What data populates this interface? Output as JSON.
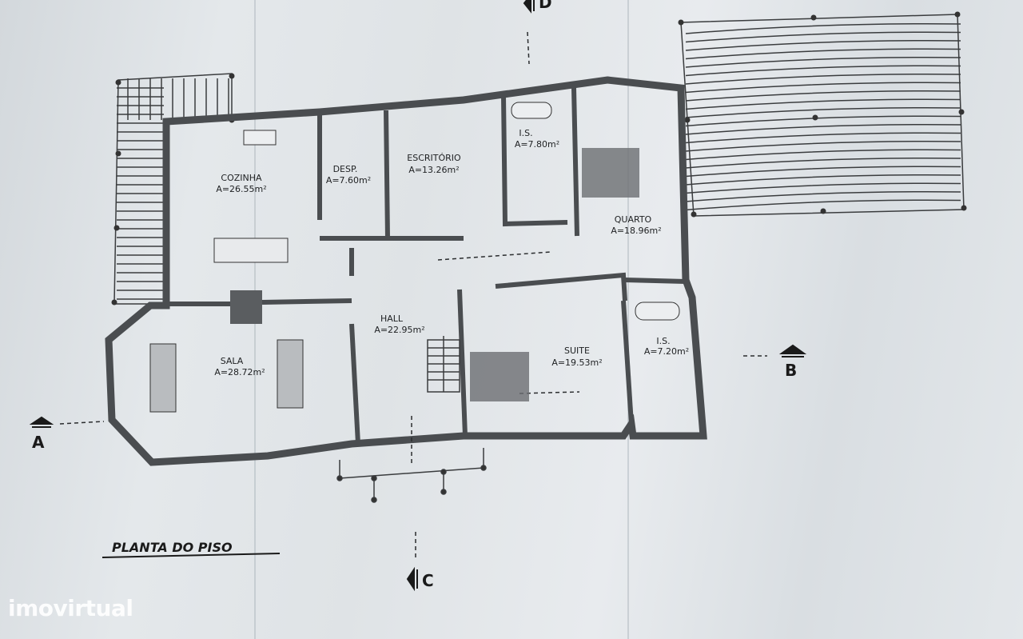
{
  "plan": {
    "title": "PLANTA DO PISO",
    "rooms": [
      {
        "name": "COZINHA",
        "area": "A=26.55m²"
      },
      {
        "name": "DESP.",
        "area": "A=7.60m²"
      },
      {
        "name": "ESCRITÓRIO",
        "area": "A=13.26m²"
      },
      {
        "name": "I.S.",
        "area": "A=7.80m²"
      },
      {
        "name": "QUARTO",
        "area": "A=18.96m²"
      },
      {
        "name": "HALL",
        "area": "A=22.95m²"
      },
      {
        "name": "SALA",
        "area": "A=28.72m²"
      },
      {
        "name": "SUITE",
        "area": "A=19.53m²"
      },
      {
        "name": "I.S.",
        "area": "A=7.20m²"
      }
    ],
    "sections": {
      "a": "A",
      "b": "B",
      "c": "C",
      "d": "D"
    }
  },
  "watermark": "imovirtual",
  "colors": {
    "wall": "#4a4d50",
    "paper": "#dfe3e6"
  }
}
